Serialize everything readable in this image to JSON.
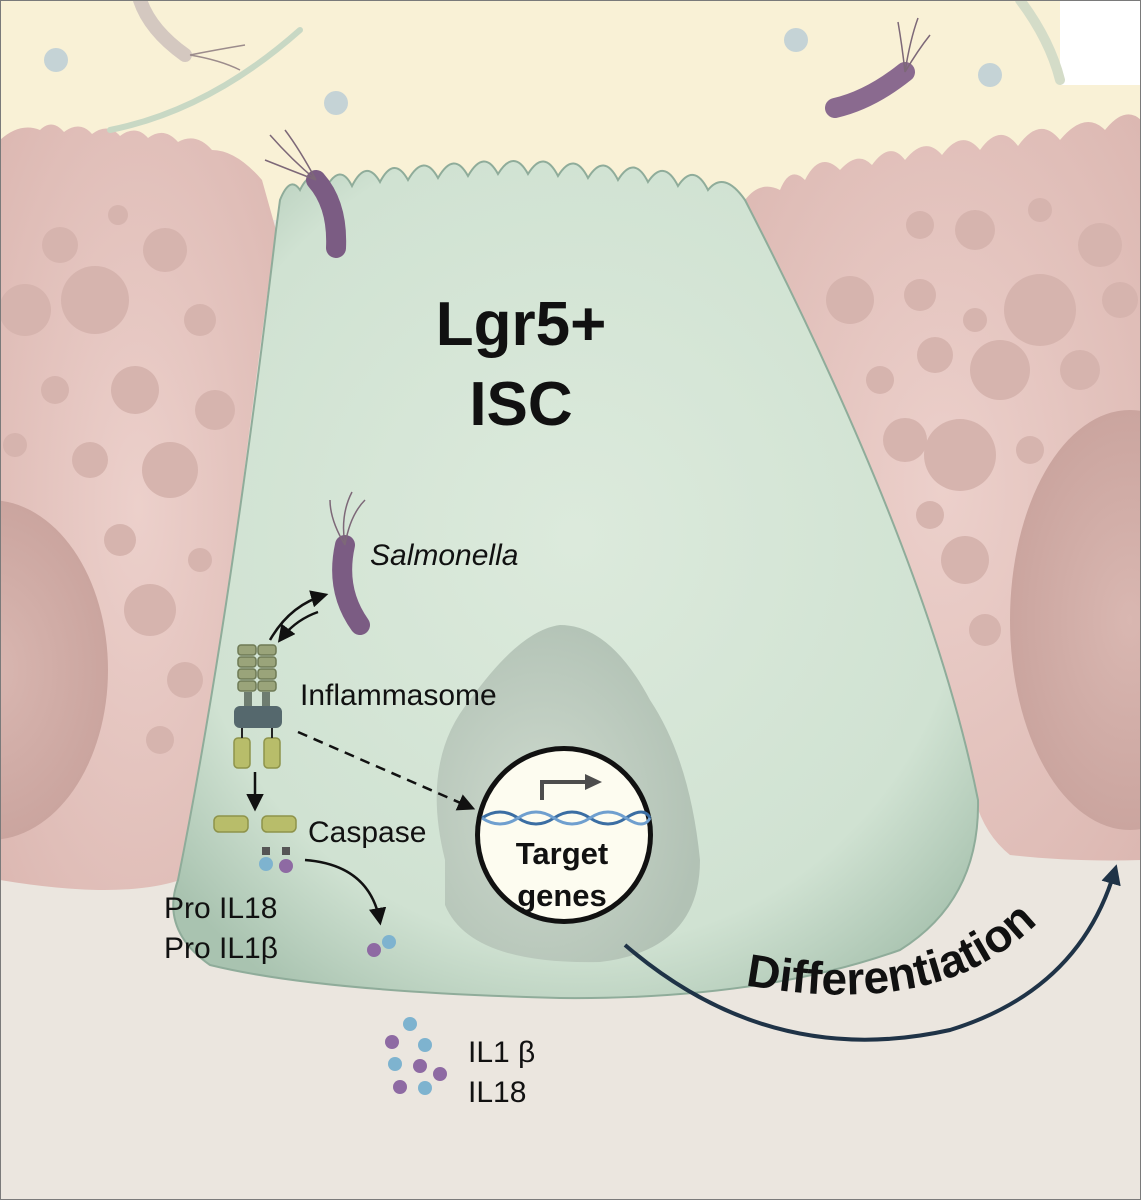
{
  "diagram": {
    "cell_title": [
      "Lgr5+",
      "ISC"
    ],
    "pathogen": "Salmonella",
    "complex": "Inflammasome",
    "enzyme": "Caspase",
    "precursors": [
      "Pro IL18",
      "Pro IL1β"
    ],
    "nucleus_label": [
      "Target",
      "genes"
    ],
    "cytokines": [
      "IL1 β",
      "IL18"
    ],
    "process": "Differentiation"
  },
  "colors": {
    "lumen": "#f9f1d6",
    "stem_cell": "#d5e5d6",
    "stem_cell_edge": "#8fac9a",
    "neighbor_cell": "#e8c9c4",
    "neighbor_vesicle": "#d6b4ae",
    "lamina": "#ebe6df",
    "nucleus": "#bccbbf",
    "bacterium": "#8a6a8f",
    "arrow_dark": "#1f3347",
    "il18_dot": "#8e6aa3",
    "il1b_dot": "#7eb3cf"
  }
}
